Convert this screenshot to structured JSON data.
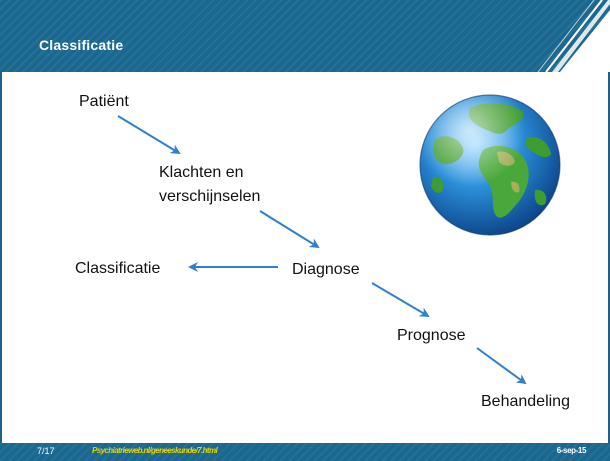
{
  "header": {
    "title": "Classificatie",
    "color": "#1a6790"
  },
  "flow": {
    "patient": "Patiënt",
    "klachten_line1": "Klachten en",
    "klachten_line2": "verschijnselen",
    "diagnose": "Diagnose",
    "classificatie": "Classificatie",
    "prognose": "Prognose",
    "behandeling": "Behandeling",
    "arrow_color": "#2f80d0"
  },
  "image": {
    "icon": "globe-icon"
  },
  "footer": {
    "page": "7/17",
    "link": "Psychiatrieweb.nl/geneeskunde/7.html",
    "date": "6-sep-15"
  }
}
